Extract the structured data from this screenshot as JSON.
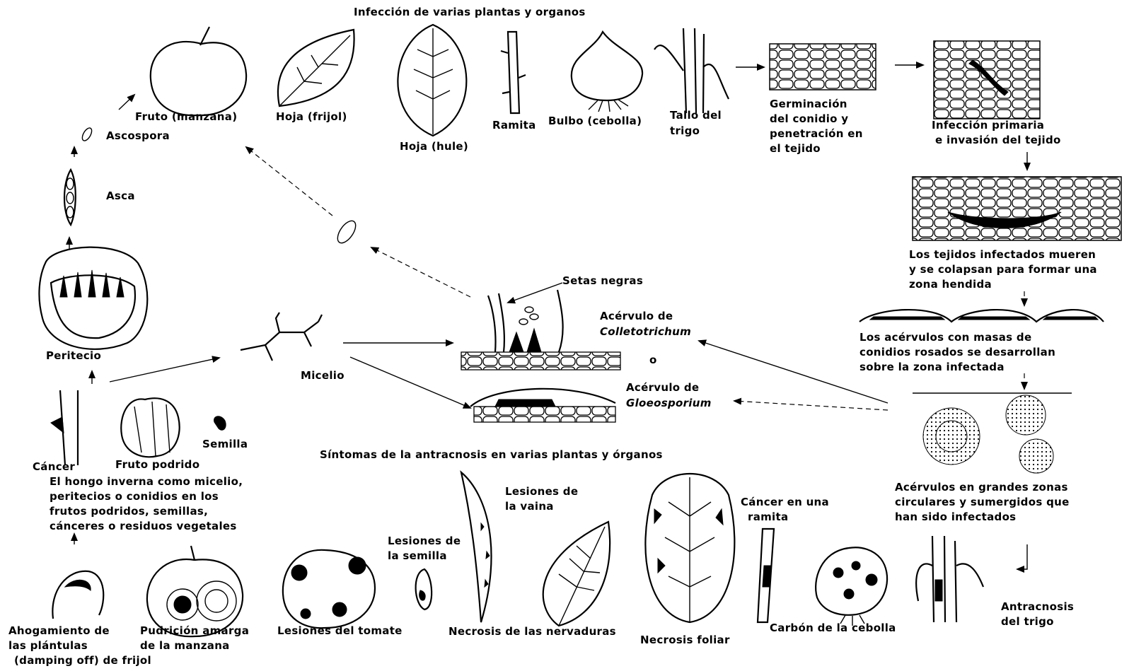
{
  "titles": {
    "top": "Infección de varias plantas y organos",
    "symptoms": "Síntomas de la antracnosis en varias plantas y órganos"
  },
  "infection_organs": {
    "fruit": "Fruto (manzana)",
    "leaf_bean": "Hoja (frijol)",
    "leaf_rubber": "Hoja (hule)",
    "twig": "Ramita",
    "bulb": "Bulbo (cebolla)",
    "stem_line1": "Tallo del",
    "stem_line2": "trigo"
  },
  "sexual_cycle": {
    "ascospore": "Ascospora",
    "ascus": "Asca",
    "perithecium": "Peritecio"
  },
  "overwintering": {
    "canker": "Cáncer",
    "rotten_fruit": "Fruto podrido",
    "seed": "Semilla",
    "text_lines": [
      "El hongo inverna como micelio,",
      "peritecios o conidios en los",
      "frutos podridos, semillas,",
      "cánceres o residuos vegetales"
    ]
  },
  "center": {
    "mycelium": "Micelio",
    "black_setae": "Setas negras",
    "acervulus_line1": "Acérvulo de",
    "colletotrichum": "Colletotrichum",
    "or": "o",
    "acervulus2_line1": "Acérvulo de",
    "gloeosporium": "Gloeosporium"
  },
  "right_cycle": {
    "germination": [
      "Germinación",
      "del conidio y",
      "penetración en",
      "el tejido"
    ],
    "primary_infection": [
      "Infección primaria",
      "e invasión del tejido"
    ],
    "tissue_die": [
      "Los tejidos infectados mueren",
      "y se colapsan para formar una",
      "zona hendida"
    ],
    "acervuli_form": [
      "Los acérvulos con masas de",
      "conidios rosados se desarrollan",
      "sobre la zona infectada"
    ],
    "acervuli_zones": [
      "Acérvulos en grandes zonas",
      "circulares y sumergidos que",
      "han sido infectados"
    ]
  },
  "symptoms": {
    "pod_lesions": [
      "Lesiones de",
      "la vaina"
    ],
    "seed_lesions": [
      "Lesiones de",
      "la semilla"
    ],
    "twig_canker": [
      "Cáncer en una",
      "ramita"
    ],
    "damping_off": [
      "Ahogamiento de",
      "las plántulas",
      "(damping off) de frijol"
    ],
    "bitter_rot": [
      "Pudrición amarga",
      "de la manzana"
    ],
    "tomato_lesions": "Lesiones del tomate",
    "vein_necrosis": "Necrosis de las nervaduras",
    "leaf_necrosis": "Necrosis foliar",
    "onion_smudge": "Carbón de la cebolla",
    "wheat_anthracnose": [
      "Antracnosis",
      "del trigo"
    ]
  }
}
